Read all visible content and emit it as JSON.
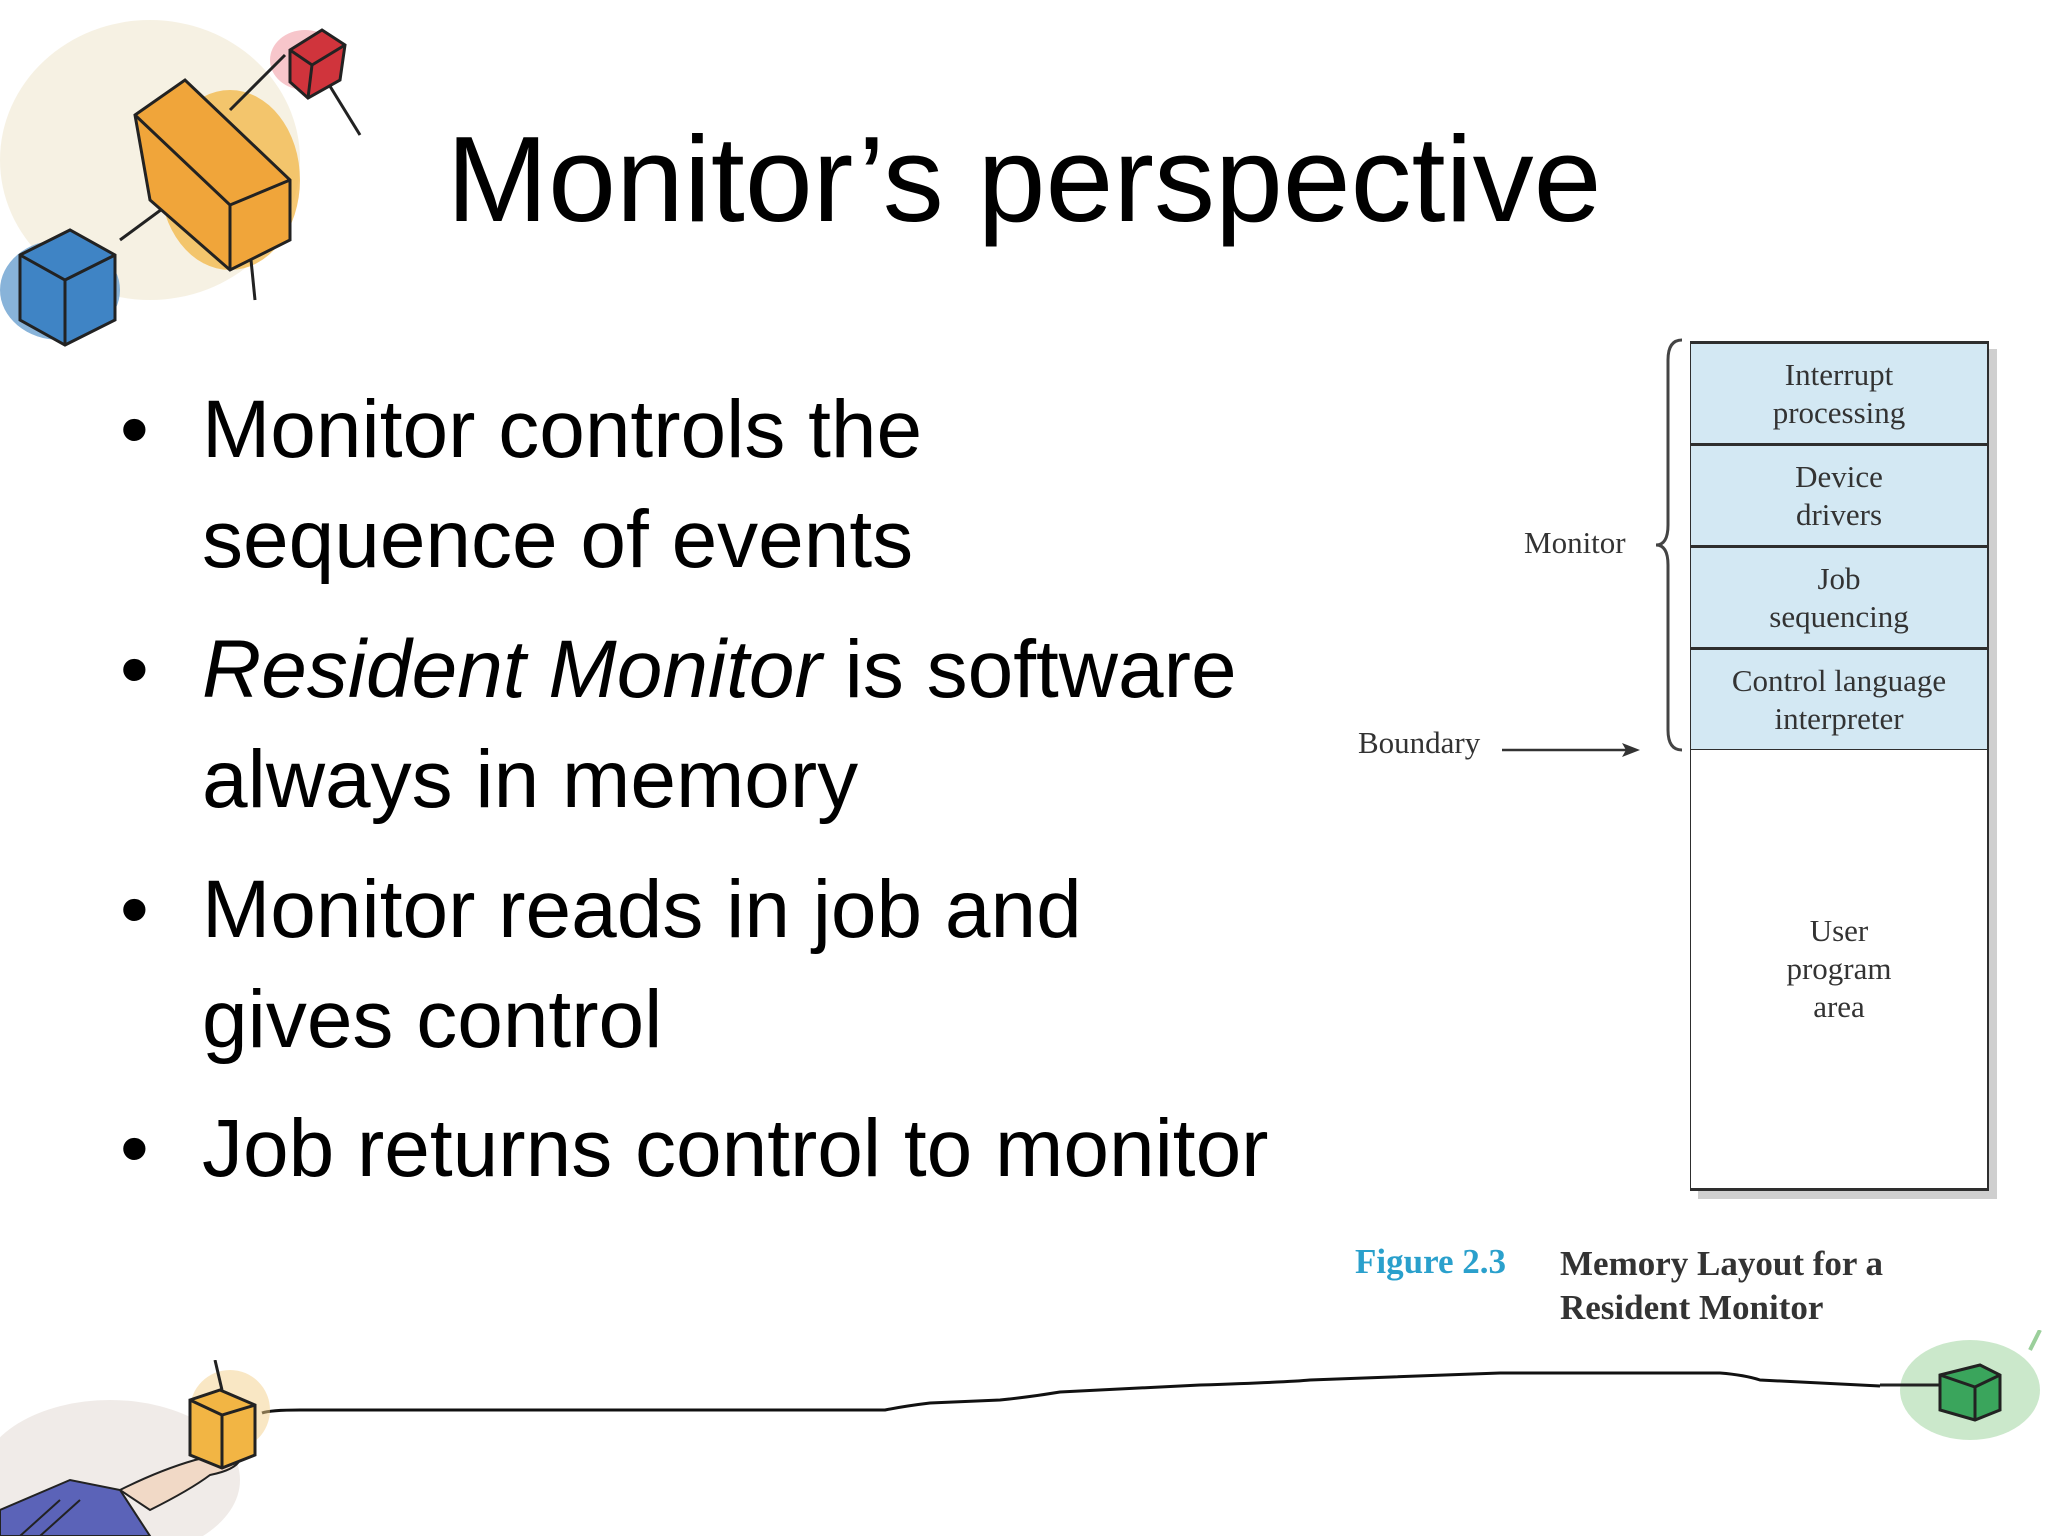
{
  "slide": {
    "title": "Monitor’s perspective",
    "bullet_symbol": "•",
    "bullets": [
      {
        "lines": [
          "Monitor controls the",
          "sequence of events"
        ]
      },
      {
        "italic": "Resident Monitor",
        "rest": " is software",
        "line2": "always in memory"
      },
      {
        "lines": [
          "Monitor reads in job and",
          "gives control"
        ]
      },
      {
        "lines": [
          "Job returns control to monitor"
        ]
      }
    ]
  },
  "figure": {
    "monitor_label": "Monitor",
    "boundary_label": "Boundary",
    "cells": [
      {
        "line1": "Interrupt",
        "line2": "processing"
      },
      {
        "line1": "Device",
        "line2": "drivers"
      },
      {
        "line1": "Job",
        "line2": "sequencing"
      },
      {
        "line1": "Control language",
        "line2": "interpreter"
      }
    ],
    "user_area": {
      "line1": "User",
      "line2": "program",
      "line3": "area"
    },
    "caption_number": "Figure 2.3",
    "caption_line1": "Memory Layout for a",
    "caption_line2": "Resident Monitor",
    "cell_color": "#d3e8f3",
    "caption_number_color": "#2aa0cc"
  },
  "decorations": {
    "top_left": "network-cubes-illustration",
    "bottom_left": "hand-holding-cube-illustration",
    "bottom_right": "green-cube-illustration"
  }
}
